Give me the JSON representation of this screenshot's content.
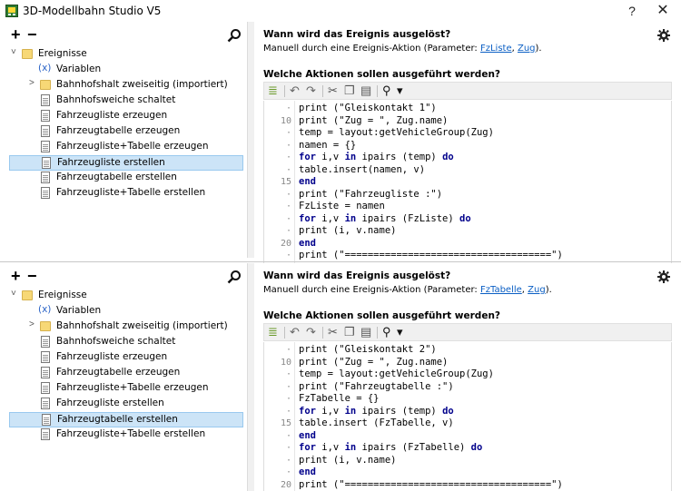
{
  "window": {
    "title": "3D-Modellbahn Studio V5",
    "help_label": "?",
    "close_label": "✕"
  },
  "panes": [
    {
      "toolbar": {
        "add": "+",
        "remove": "−"
      },
      "tree": [
        {
          "label": "Ereignisse",
          "type": "folder",
          "indent": 0,
          "expand": "˅"
        },
        {
          "label": "Variablen",
          "type": "var",
          "indent": 1
        },
        {
          "label": "Bahnhofshalt zweiseitig (importiert)",
          "type": "folder",
          "indent": 1,
          "expand": ">"
        },
        {
          "label": "Bahnhofsweiche schaltet",
          "type": "doc",
          "indent": 1
        },
        {
          "label": "Fahrzeugliste erzeugen",
          "type": "doc",
          "indent": 1
        },
        {
          "label": "Fahrzeugtabelle erzeugen",
          "type": "doc",
          "indent": 1
        },
        {
          "label": "Fahrzeugliste+Tabelle erzeugen",
          "type": "doc",
          "indent": 1
        },
        {
          "label": "Fahrzeugliste erstellen",
          "type": "doc",
          "indent": 1,
          "selected": true
        },
        {
          "label": "Fahrzeugtabelle erstellen",
          "type": "doc",
          "indent": 1
        },
        {
          "label": "Fahrzeugliste+Tabelle erstellen",
          "type": "doc",
          "indent": 1
        }
      ],
      "question_title": "Wann wird das Ereignis ausgelöst?",
      "question_desc_prefix": "Manuell durch eine Ereignis-Aktion (Parameter: ",
      "param1": "FzListe",
      "param_sep": ", ",
      "param2": "Zug",
      "question_desc_suffix": ").",
      "actions_title": "Welche Aktionen sollen ausgeführt werden?",
      "code": [
        {
          "ln": "·",
          "t": [
            [
              "",
              "print (\"Gleiskontakt 1\")"
            ]
          ]
        },
        {
          "ln": "10",
          "t": [
            [
              "",
              "print (\"Zug = \", Zug.name)"
            ]
          ]
        },
        {
          "ln": "·",
          "t": [
            [
              "",
              "temp = layout:getVehicleGroup(Zug)"
            ]
          ]
        },
        {
          "ln": "·",
          "t": [
            [
              "",
              "namen = {}"
            ]
          ]
        },
        {
          "ln": "·",
          "t": [
            [
              "kw",
              "for"
            ],
            [
              "",
              " i,v "
            ],
            [
              "kw",
              "in"
            ],
            [
              "",
              " ipairs (temp) "
            ],
            [
              "kw",
              "do"
            ]
          ]
        },
        {
          "ln": "·",
          "t": [
            [
              "",
              "table.insert(namen, v)"
            ]
          ]
        },
        {
          "ln": "15",
          "t": [
            [
              "kw",
              "end"
            ]
          ]
        },
        {
          "ln": "·",
          "t": [
            [
              "",
              "print (\"Fahrzeugliste :\")"
            ]
          ]
        },
        {
          "ln": "·",
          "t": [
            [
              "",
              "FzListe = namen"
            ]
          ]
        },
        {
          "ln": "·",
          "t": [
            [
              "kw",
              "for"
            ],
            [
              "",
              " i,v "
            ],
            [
              "kw",
              "in"
            ],
            [
              "",
              " ipairs (FzListe) "
            ],
            [
              "kw",
              "do"
            ]
          ]
        },
        {
          "ln": "·",
          "t": [
            [
              "",
              "print (i, v.name)"
            ]
          ]
        },
        {
          "ln": "20",
          "t": [
            [
              "kw",
              "end"
            ]
          ]
        },
        {
          "ln": "·",
          "t": [
            [
              "",
              "print (\"====================================\")"
            ]
          ]
        }
      ]
    },
    {
      "toolbar": {
        "add": "+",
        "remove": "−"
      },
      "tree": [
        {
          "label": "Ereignisse",
          "type": "folder",
          "indent": 0,
          "expand": "˅"
        },
        {
          "label": "Variablen",
          "type": "var",
          "indent": 1
        },
        {
          "label": "Bahnhofshalt zweiseitig (importiert)",
          "type": "folder",
          "indent": 1,
          "expand": ">"
        },
        {
          "label": "Bahnhofsweiche schaltet",
          "type": "doc",
          "indent": 1
        },
        {
          "label": "Fahrzeugliste erzeugen",
          "type": "doc",
          "indent": 1
        },
        {
          "label": "Fahrzeugtabelle erzeugen",
          "type": "doc",
          "indent": 1
        },
        {
          "label": "Fahrzeugliste+Tabelle erzeugen",
          "type": "doc",
          "indent": 1
        },
        {
          "label": "Fahrzeugliste erstellen",
          "type": "doc",
          "indent": 1
        },
        {
          "label": "Fahrzeugtabelle erstellen",
          "type": "doc",
          "indent": 1,
          "selected": true
        },
        {
          "label": "Fahrzeugliste+Tabelle erstellen",
          "type": "doc",
          "indent": 1
        }
      ],
      "question_title": "Wann wird das Ereignis ausgelöst?",
      "question_desc_prefix": "Manuell durch eine Ereignis-Aktion (Parameter: ",
      "param1": "FzTabelle",
      "param_sep": ", ",
      "param2": "Zug",
      "question_desc_suffix": ").",
      "actions_title": "Welche Aktionen sollen ausgeführt werden?",
      "code": [
        {
          "ln": "·",
          "t": [
            [
              "",
              "print (\"Gleiskontakt 2\")"
            ]
          ]
        },
        {
          "ln": "10",
          "t": [
            [
              "",
              "print (\"Zug = \", Zug.name)"
            ]
          ]
        },
        {
          "ln": "·",
          "t": [
            [
              "",
              "temp = layout:getVehicleGroup(Zug)"
            ]
          ]
        },
        {
          "ln": "·",
          "t": [
            [
              "",
              "print (\"Fahrzeugtabelle :\")"
            ]
          ]
        },
        {
          "ln": "·",
          "t": [
            [
              "",
              "FzTabelle = {}"
            ]
          ]
        },
        {
          "ln": "·",
          "t": [
            [
              "kw",
              "for"
            ],
            [
              "",
              " i,v "
            ],
            [
              "kw",
              "in"
            ],
            [
              "",
              " ipairs (temp) "
            ],
            [
              "kw",
              "do"
            ]
          ]
        },
        {
          "ln": "15",
          "t": [
            [
              "",
              "table.insert (FzTabelle, v)"
            ]
          ]
        },
        {
          "ln": "·",
          "t": [
            [
              "kw",
              "end"
            ]
          ]
        },
        {
          "ln": "·",
          "t": [
            [
              "kw",
              "for"
            ],
            [
              "",
              " i,v "
            ],
            [
              "kw",
              "in"
            ],
            [
              "",
              " ipairs (FzTabelle) "
            ],
            [
              "kw",
              "do"
            ]
          ]
        },
        {
          "ln": "·",
          "t": [
            [
              "",
              "print (i, v.name)"
            ]
          ]
        },
        {
          "ln": "·",
          "t": [
            [
              "kw",
              "end"
            ]
          ]
        },
        {
          "ln": "20",
          "t": [
            [
              "",
              "print (\"====================================\")"
            ]
          ]
        }
      ]
    }
  ]
}
